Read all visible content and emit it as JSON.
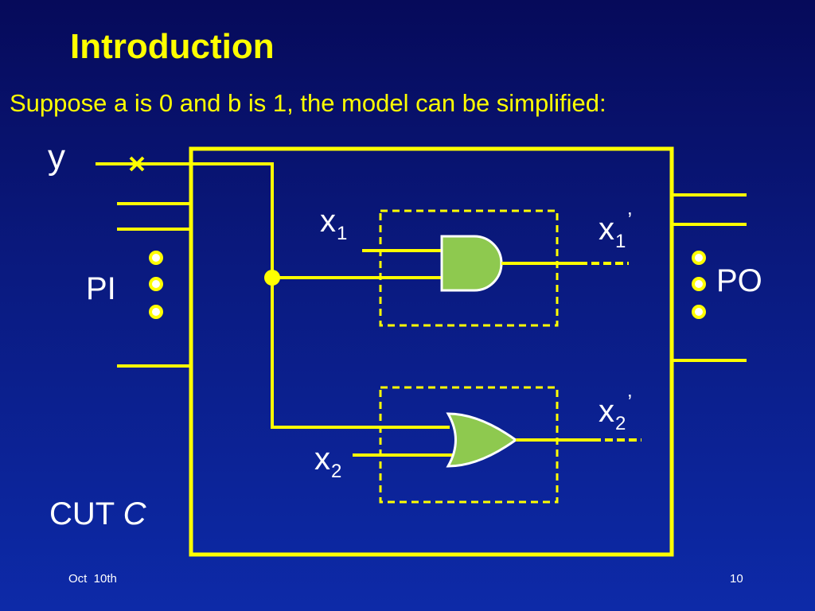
{
  "slide": {
    "title": "Introduction",
    "subtitle": "Suppose a is 0 and b is 1, the model can be simplified:",
    "footer_left": "Oct  10th",
    "footer_right": "10"
  },
  "diagram": {
    "labels": {
      "y": "y",
      "pi": "PI",
      "po": "PO",
      "x1": {
        "base": "x",
        "sub": "1"
      },
      "x1p": {
        "base": "x",
        "sub": "1",
        "sup": "’"
      },
      "x2": {
        "base": "x",
        "sub": "2"
      },
      "x2p": {
        "base": "x",
        "sub": "2",
        "sup": "’"
      },
      "cut": "CUT",
      "cut_var": "C"
    },
    "colors": {
      "wire": "#ffff00",
      "gate_fill": "#8ec94f",
      "gate_stroke": "#ffffff",
      "background_top": "#060a5a",
      "background_bottom": "#0d2aa8",
      "text": "#ffffff",
      "title": "#ffff00"
    },
    "gates": [
      "and-gate",
      "or-gate"
    ]
  }
}
